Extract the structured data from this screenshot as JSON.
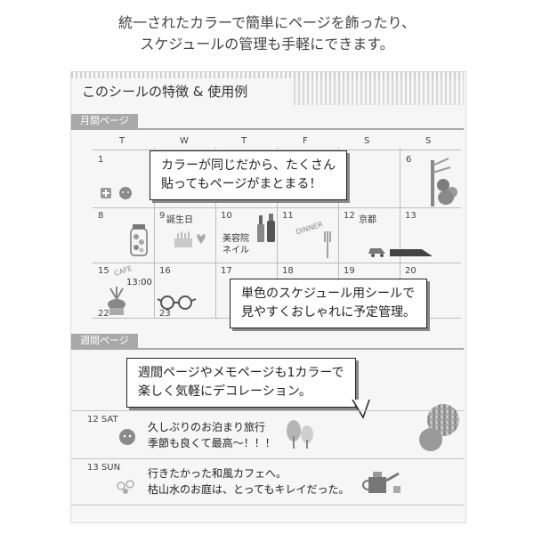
{
  "header": {
    "line1": "統一されたカラーで簡単にページを飾ったり、",
    "line2": "スケジュールの管理も手軽にできます。"
  },
  "card": {
    "title": "このシールの特徴 & 使用例"
  },
  "monthly": {
    "tab": "月間ページ",
    "weekdays": [
      "T",
      "W",
      "T",
      "F",
      "S",
      "S"
    ],
    "dates": [
      "1",
      "6",
      "8",
      "9",
      "10",
      "11",
      "12",
      "13",
      "15",
      "16",
      "17",
      "18",
      "19",
      "20",
      "22",
      "23"
    ],
    "cell_texts": {
      "birthday": "誕生日",
      "salon": "美容院\nネイル",
      "dinner": "DINNER",
      "kyoto": "京都",
      "cafe": "CAFE",
      "time": "13:00"
    },
    "bubble1_line1": "カラーが同じだから、たくさん",
    "bubble1_line2": "貼ってもページがまとまる！",
    "bubble2_line1": "単色のスケジュール用シールで",
    "bubble2_line2": "見やすくおしゃれに予定管理。"
  },
  "weekly": {
    "tab": "週間ページ",
    "bubble_line1": "週間ページやメモページも1カラーで",
    "bubble_line2": "楽しく気軽にデコレーション。",
    "days": [
      {
        "label": "12  SAT",
        "line1": "久しぶりのお泊まり旅行",
        "line2": "季節も良くて最高〜！！！"
      },
      {
        "label": "13  SUN",
        "line1": "行きたかった和風カフェへ。",
        "line2": "枯山水のお庭は、とってもキレイだった。"
      }
    ]
  },
  "colors": {
    "accent_gray": "#a9a9a9",
    "card_bg": "#f6f6f6",
    "ink": "#222222"
  }
}
